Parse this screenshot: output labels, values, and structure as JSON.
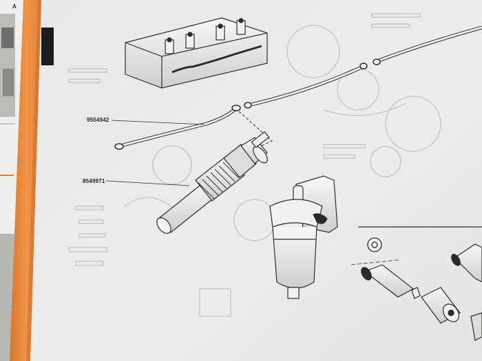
{
  "catalog_page": {
    "corner_letter": "A",
    "part_numbers": {
      "fuel_return_pipe": "9504942",
      "glow_plug": "8549971"
    }
  },
  "colors": {
    "page_paper": "#ececea",
    "folder_orange": "#e98a3a",
    "line_ink": "#2a2a2a",
    "ghost_print": "#c9c9c6"
  },
  "icons": [
    "cylinder-head-icon",
    "fuel-pipe-icon",
    "glow-plug-icon",
    "fuel-filter-icon",
    "washer-icon",
    "connector-icon"
  ]
}
